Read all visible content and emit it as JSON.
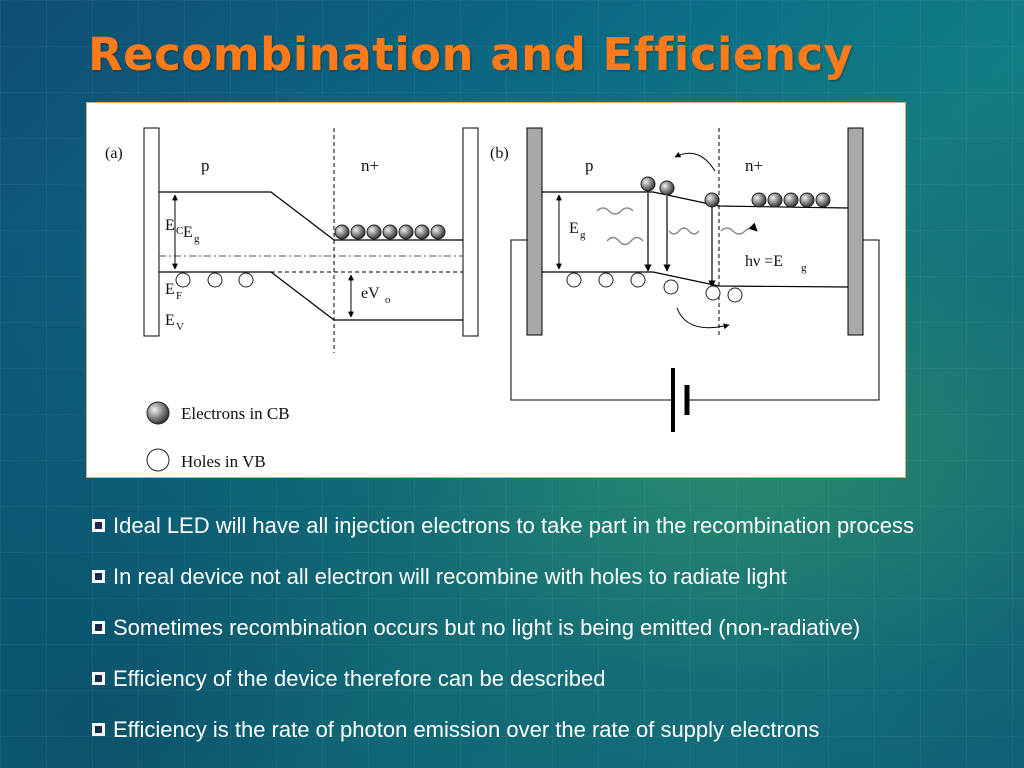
{
  "title": "Recombination and Efficiency",
  "figure": {
    "panel_a": {
      "tag": "(a)",
      "p_label": "p",
      "n_label": "n+",
      "ec_label": "E",
      "ec_sub": "C",
      "eg_label": "E",
      "eg_sub": "g",
      "ef_label": "E",
      "ef_sub": "F",
      "ev_label": "E",
      "ev_sub": "V",
      "ev0_label": "eV",
      "ev0_sub": "o"
    },
    "panel_b": {
      "tag": "(b)",
      "p_label": "p",
      "n_label": "n+",
      "eg_label": "E",
      "eg_sub": "g",
      "photon_label": "hν =E",
      "photon_sub": "g"
    },
    "legend": {
      "electrons": "Electrons in CB",
      "holes": "Holes in VB"
    }
  },
  "bullets": [
    "Ideal LED will have all injection electrons to take part in the recombination process",
    "In real device not all electron will recombine with holes to radiate light",
    "Sometimes recombination occurs but no light is being emitted (non-radiative)",
    "Efficiency of the device therefore can be described",
    "Efficiency is the rate of photon emission over the rate of supply electrons"
  ],
  "colors": {
    "title": "#ff7a18",
    "bullet_text": "#ffffff",
    "background": "#0b6f86"
  }
}
